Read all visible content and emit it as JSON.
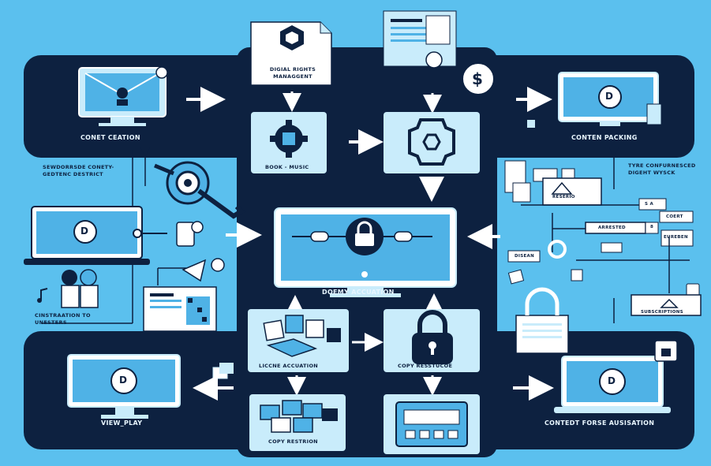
{
  "colors": {
    "background": "#5bc0ee",
    "dark_band": "#0d2140",
    "panel_light": "#c9ecfb",
    "accent": "#4fb2e6",
    "white": "#ffffff"
  },
  "labels": {
    "drm_title": "DIGIAL RIGHTS MANAGGENT",
    "conet_creation": "CONET CEATION",
    "conten_packing": "CONTEN PACKING",
    "book_music": "BOOK - MUSIC",
    "left_top_note": "SEWDORRSDE CONETY-GEDTENC DESTRICT",
    "right_top_note": "TYRE CONFURNESCED DIGEHT WYSCK",
    "doemy_accuation": "DOEMY ACCUATION",
    "left_bottom_note": "CINSTRAATION TO UNESTERS",
    "licence_accuation": "LICCNE ACCUATION",
    "copy_restucoe": "COPY RESSTUCOE",
    "view_play": "VIEW_PLAY",
    "copy_restrion": "COPY RESTRION",
    "contedt_forse": "CONTEDT FORSE AUSISATION",
    "subscriptions": "SUBSCRIPTIONS",
    "reserio": "RESERIO",
    "arrested": "ARRESTED",
    "coert": "COERT",
    "eureben": "EUREBEN",
    "disean": "DISEAN",
    "d_letter": "D",
    "dollar": "$",
    "num_5a": "S A",
    "num_8": "8"
  },
  "icons": [
    "monitor-icon",
    "document-icon",
    "dollar-coin-icon",
    "gear-icon",
    "padlock-icon",
    "laptop-icon",
    "key-icon",
    "music-note-icon",
    "flowchart-icon",
    "media-player-icon",
    "cards-icon"
  ]
}
